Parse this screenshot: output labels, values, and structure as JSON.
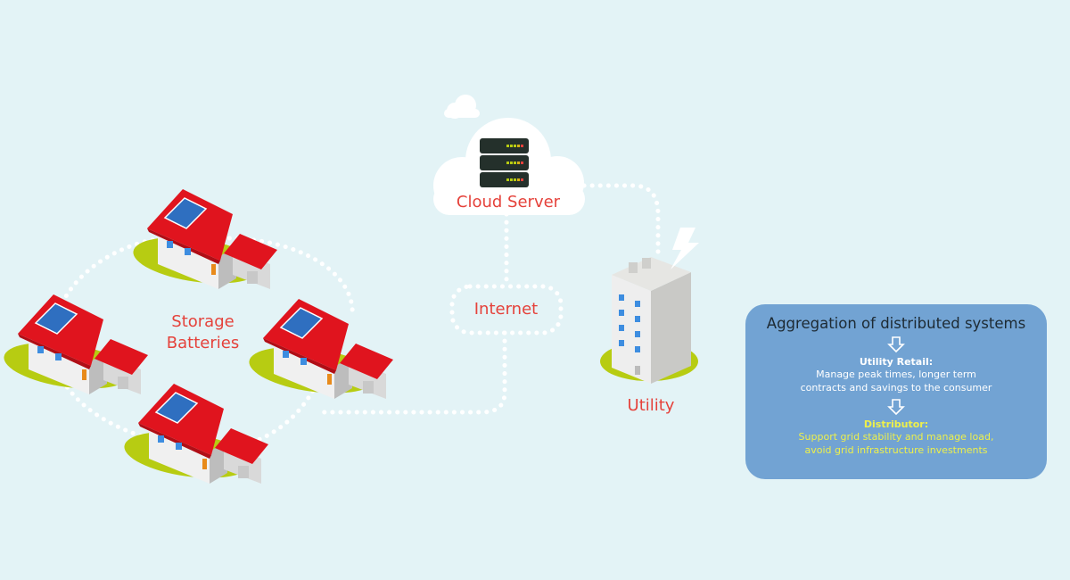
{
  "labels": {
    "cloud_server": "Cloud Server",
    "internet": "Internet",
    "storage_batteries_line1": "Storage",
    "storage_batteries_line2": "Batteries",
    "utility": "Utility"
  },
  "info_panel": {
    "title": "Aggregation of distributed systems",
    "sections": [
      {
        "heading": "Utility Retail:",
        "lines": [
          "Manage peak times, longer term",
          "contracts and savings to the consumer"
        ]
      },
      {
        "heading": "Distributor:",
        "lines": [
          "Support grid stability and manage load,",
          "avoid grid infrastructure investments"
        ]
      }
    ]
  },
  "icons": [
    "cloud-icon",
    "server-rack-icon",
    "house-solar-icon",
    "utility-building-icon",
    "lightning-icon",
    "down-arrow-icon"
  ],
  "colors": {
    "background": "#e3f3f6",
    "label_red": "#e5423b",
    "panel_blue": "#72a3d3",
    "highlight_yellow": "#eef04a",
    "roof_red": "#e0141e",
    "grass_green": "#b7cc12",
    "solar_blue": "#2f6fc0"
  }
}
